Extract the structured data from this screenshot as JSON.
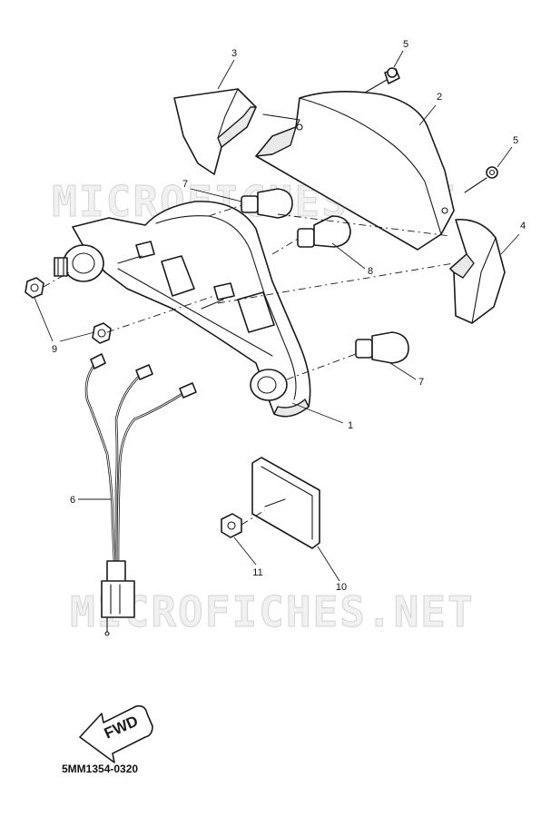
{
  "watermark": "MICROFICHES.NET",
  "reference_code": "5MM1354-0320",
  "direction_label": "FWD",
  "callouts": {
    "c1": "1",
    "c2": "2",
    "c3": "3",
    "c4": "4",
    "c5a": "5",
    "c5b": "5",
    "c6": "6",
    "c7a": "7",
    "c7b": "7",
    "c8": "8",
    "c9": "9",
    "c10": "10",
    "c11": "11"
  }
}
